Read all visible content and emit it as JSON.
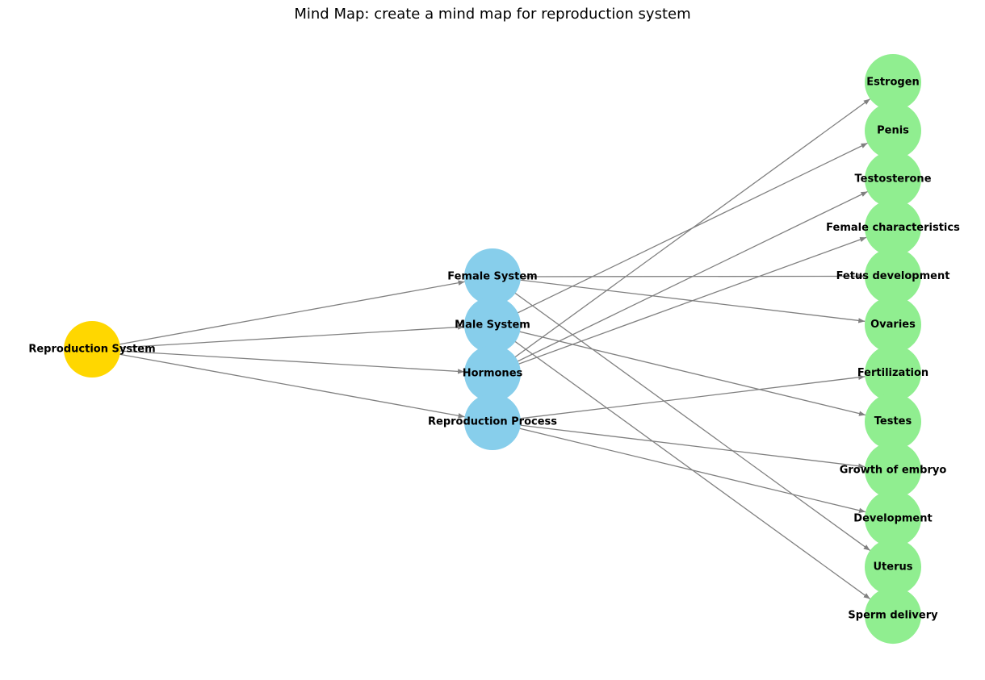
{
  "title": "Mind Map: create a mind map for reproduction system",
  "colors": {
    "root": "#FFD700",
    "branch": "#87CEEB",
    "leaf": "#90EE90",
    "edge": "#808080"
  },
  "nodes": [
    {
      "id": "root",
      "label": "Reproduction System",
      "level": "root"
    },
    {
      "id": "female",
      "label": "Female System",
      "level": "branch"
    },
    {
      "id": "male",
      "label": "Male System",
      "level": "branch"
    },
    {
      "id": "hormones",
      "label": "Hormones",
      "level": "branch"
    },
    {
      "id": "process",
      "label": "Reproduction Process",
      "level": "branch"
    },
    {
      "id": "estrogen",
      "label": "Estrogen",
      "level": "leaf"
    },
    {
      "id": "penis",
      "label": "Penis",
      "level": "leaf"
    },
    {
      "id": "testosterone",
      "label": "Testosterone",
      "level": "leaf"
    },
    {
      "id": "femchar",
      "label": "Female characteristics",
      "level": "leaf"
    },
    {
      "id": "fetus",
      "label": "Fetus development",
      "level": "leaf"
    },
    {
      "id": "ovaries",
      "label": "Ovaries",
      "level": "leaf"
    },
    {
      "id": "fertilization",
      "label": "Fertilization",
      "level": "leaf"
    },
    {
      "id": "testes",
      "label": "Testes",
      "level": "leaf"
    },
    {
      "id": "embryo",
      "label": "Growth of embryo",
      "level": "leaf"
    },
    {
      "id": "development",
      "label": "Development",
      "level": "leaf"
    },
    {
      "id": "uterus",
      "label": "Uterus",
      "level": "leaf"
    },
    {
      "id": "sperm",
      "label": "Sperm delivery",
      "level": "leaf"
    }
  ],
  "edges": [
    [
      "root",
      "female"
    ],
    [
      "root",
      "male"
    ],
    [
      "root",
      "hormones"
    ],
    [
      "root",
      "process"
    ],
    [
      "female",
      "ovaries"
    ],
    [
      "female",
      "uterus"
    ],
    [
      "female",
      "fetus"
    ],
    [
      "male",
      "testes"
    ],
    [
      "male",
      "penis"
    ],
    [
      "male",
      "sperm"
    ],
    [
      "hormones",
      "estrogen"
    ],
    [
      "hormones",
      "testosterone"
    ],
    [
      "hormones",
      "femchar"
    ],
    [
      "process",
      "fertilization"
    ],
    [
      "process",
      "embryo"
    ],
    [
      "process",
      "development"
    ]
  ]
}
